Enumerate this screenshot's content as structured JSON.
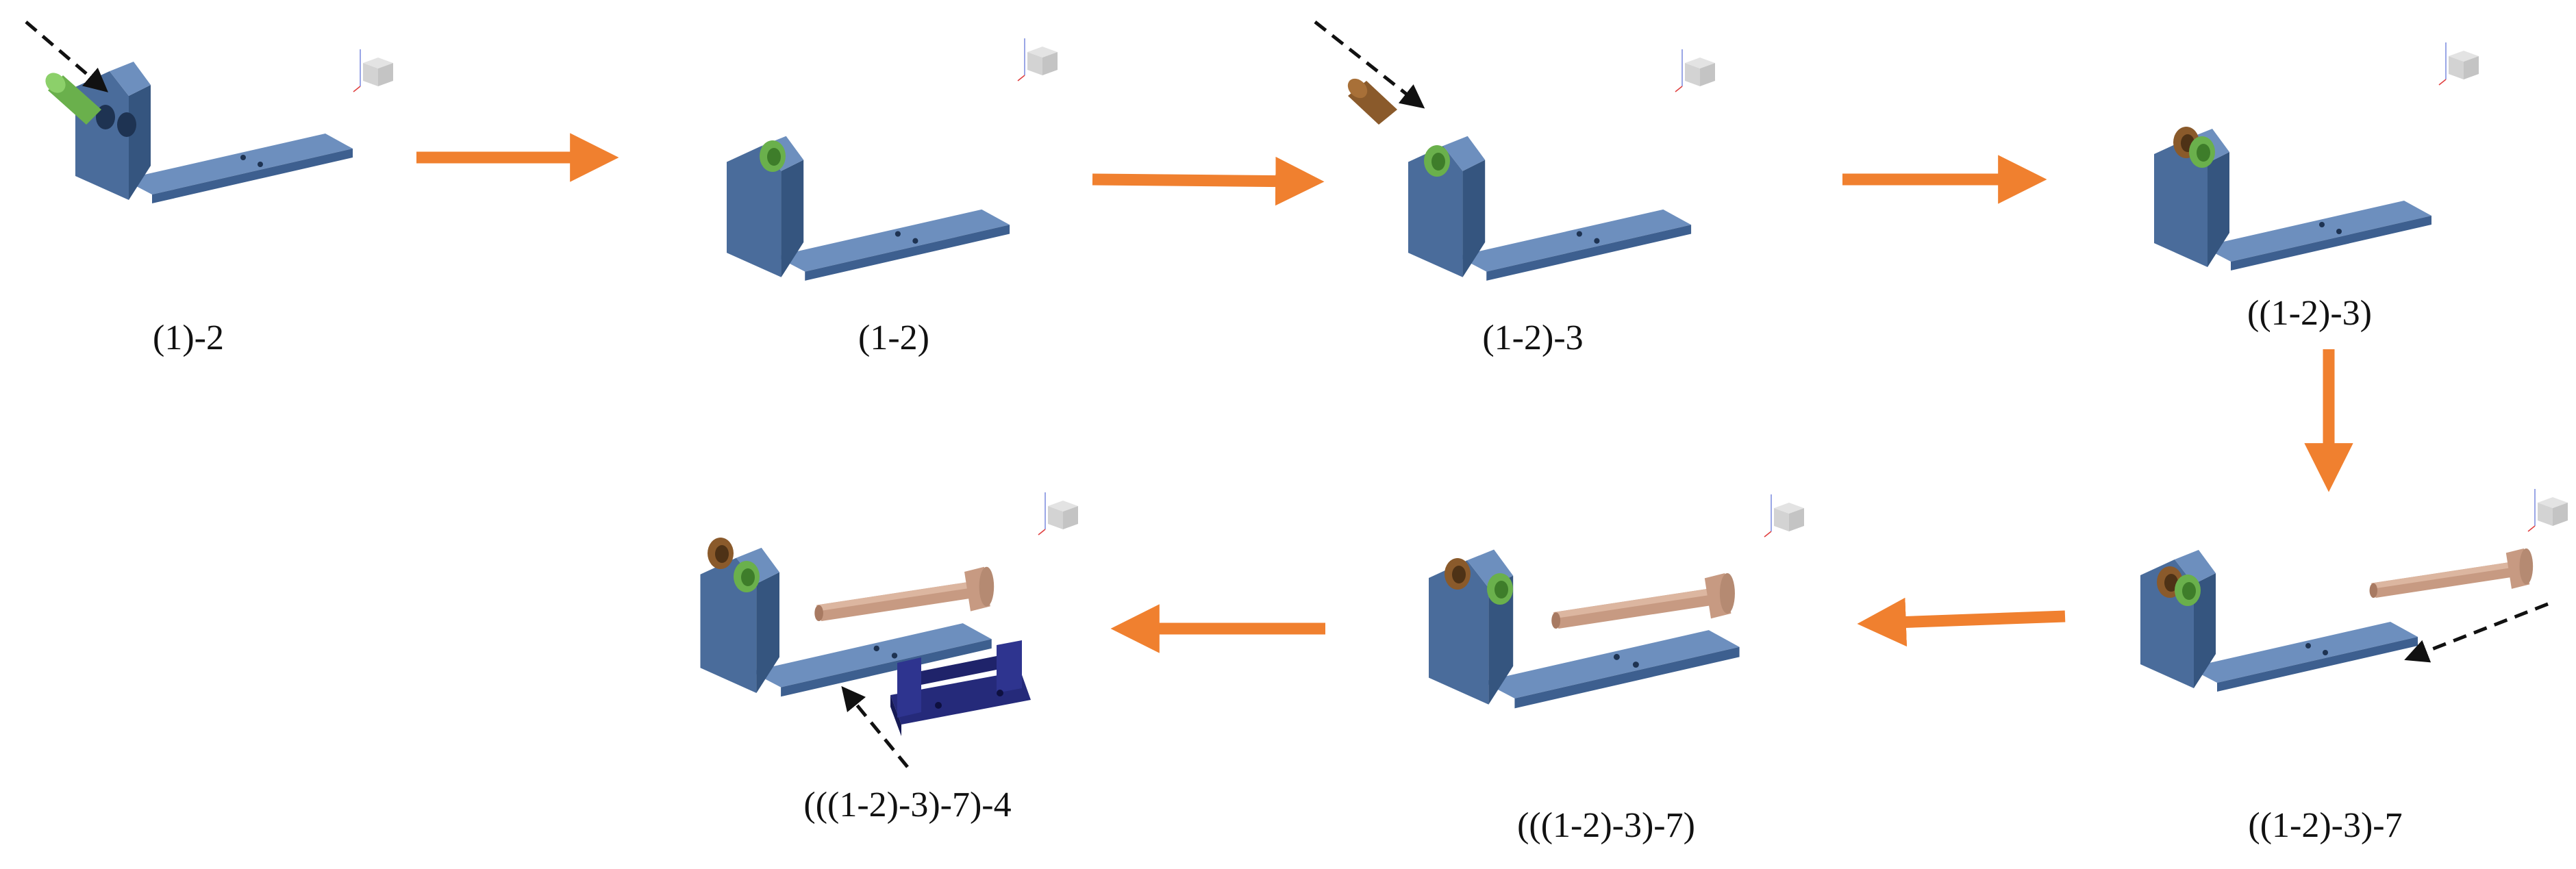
{
  "colors": {
    "background": "#ffffff",
    "flow_arrow": "#f0802f",
    "hint_arrow": "#111111",
    "base_front": "#4a6c9b",
    "base_side": "#35557f",
    "base_top": "#6d8fbe",
    "pin_green": "#6ab04c",
    "bushing_brown": "#8a5a2b",
    "rod": "#c79a82",
    "clamp": "#252a7a"
  },
  "icons": [
    "view-cube-icon"
  ],
  "steps": [
    {
      "id": "s1",
      "label": "(1)-2",
      "parts": [
        "base",
        "green-pin-loose"
      ]
    },
    {
      "id": "s2",
      "label": "(1-2)",
      "parts": [
        "base",
        "green-pin-inserted"
      ]
    },
    {
      "id": "s3",
      "label": "(1-2)-3",
      "parts": [
        "base",
        "green-pin-inserted",
        "brown-bushing-loose"
      ]
    },
    {
      "id": "s4",
      "label": "((1-2)-3)",
      "parts": [
        "base",
        "green-pin-inserted",
        "brown-bushing-inserted"
      ]
    },
    {
      "id": "s5",
      "label": "((1-2)-3)-7",
      "parts": [
        "base",
        "green-pin-inserted",
        "brown-bushing-inserted",
        "rod-loose"
      ]
    },
    {
      "id": "s6",
      "label": "(((1-2)-3)-7)",
      "parts": [
        "base",
        "green-pin-inserted",
        "brown-bushing-inserted",
        "rod-placed"
      ]
    },
    {
      "id": "s7",
      "label": "(((1-2)-3)-7)-4",
      "parts": [
        "base",
        "green-pin-inserted",
        "brown-bushing-inserted",
        "rod-placed",
        "clamp-loose"
      ]
    }
  ]
}
